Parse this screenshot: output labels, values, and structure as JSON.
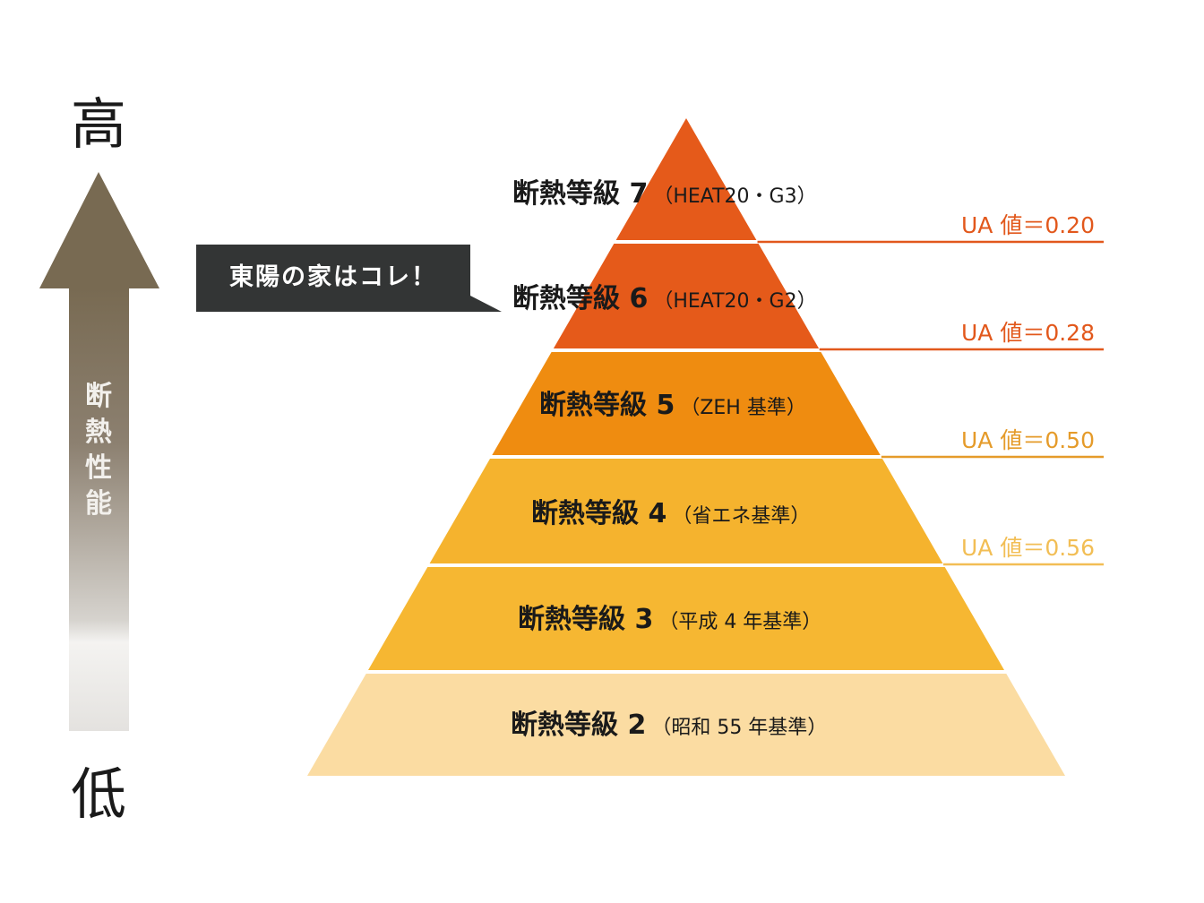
{
  "axis": {
    "high_label": "高",
    "low_label": "低",
    "arrow_label": [
      "断",
      "熱",
      "性",
      "能"
    ],
    "arrow_color": "#786a52"
  },
  "callout": {
    "text": "東陽の家はコレ！",
    "bg_color": "#333535"
  },
  "levels": [
    {
      "title": "断熱等級 7",
      "note": "（HEAT20・G3）",
      "color": "#e55a1a"
    },
    {
      "title": "断熱等級 6",
      "note": "（HEAT20・G2）",
      "color": "#e55a1a"
    },
    {
      "title": "断熱等級 5",
      "note": "（ZEH 基準）",
      "color": "#ef8c10"
    },
    {
      "title": "断熱等級 4",
      "note": "（省エネ基準）",
      "color": "#f5b32e"
    },
    {
      "title": "断熱等級 3",
      "note": "（平成 4 年基準）",
      "color": "#f6b732"
    },
    {
      "title": "断熱等級 2",
      "note": "（昭和 55 年基準）",
      "color": "#fbdca2"
    }
  ],
  "ua_values": [
    {
      "label": "UA 値＝0.20",
      "color": "#e2581c"
    },
    {
      "label": "UA 値＝0.28",
      "color": "#e2581c"
    },
    {
      "label": "UA 値＝0.50",
      "color": "#e59b2a"
    },
    {
      "label": "UA 値＝0.56",
      "color": "#f2be55"
    }
  ]
}
